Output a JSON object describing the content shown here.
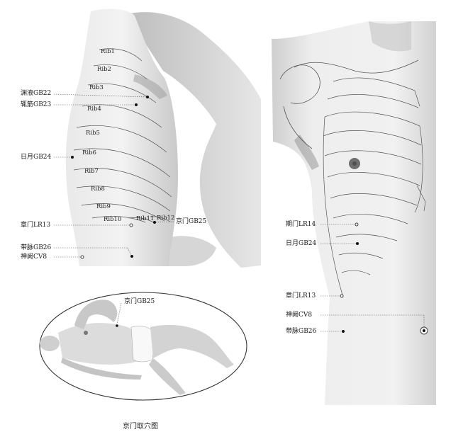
{
  "left_figure": {
    "ribs": [
      "Rib1",
      "Rib2",
      "Rib3",
      "Rib4",
      "Rib5",
      "Rib6",
      "Rib7",
      "Rib8",
      "Rib9",
      "Rib10",
      "Rib11",
      "Rib12"
    ],
    "points": {
      "yuanye": "渊液GB22",
      "zhejin": "辄筋GB23",
      "riyue": "日月GB24",
      "zhangmen": "章门LR13",
      "jingmen": "京门GB25",
      "daimai": "带脉GB26",
      "shenque": "神阙CV8"
    }
  },
  "right_figure": {
    "points": {
      "qimen": "期门LR14",
      "riyue": "日月GB24",
      "zhangmen": "章门LR13",
      "shenque": "神阙CV8",
      "daimai": "带脉GB26"
    }
  },
  "inset": {
    "point": "京门GB25",
    "caption": "京门取穴图"
  }
}
